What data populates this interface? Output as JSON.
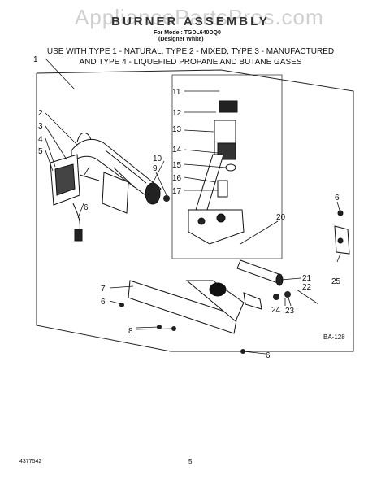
{
  "watermark": "AppliancePartsPros.com",
  "title": "BURNER ASSEMBLY",
  "model_line": "For Model: TGDL640DQ0",
  "variant_line": "(Designer White)",
  "usage_line_1": "USE WITH TYPE 1 - NATURAL, TYPE 2 - MIXED, TYPE 3 - MANUFACTURED",
  "usage_line_2": "AND TYPE 4 - LIQUEFIED PROPANE AND BUTANE GASES",
  "diagram_code": "BA-128",
  "footer_part_number": "4377542",
  "footer_page": "5",
  "callouts": [
    "1",
    "2",
    "3",
    "4",
    "5",
    "6",
    "7",
    "6",
    "8",
    "9",
    "10",
    "11",
    "12",
    "13",
    "14",
    "15",
    "16",
    "17",
    "20",
    "21",
    "22",
    "23",
    "24",
    "25",
    "6",
    "6"
  ]
}
